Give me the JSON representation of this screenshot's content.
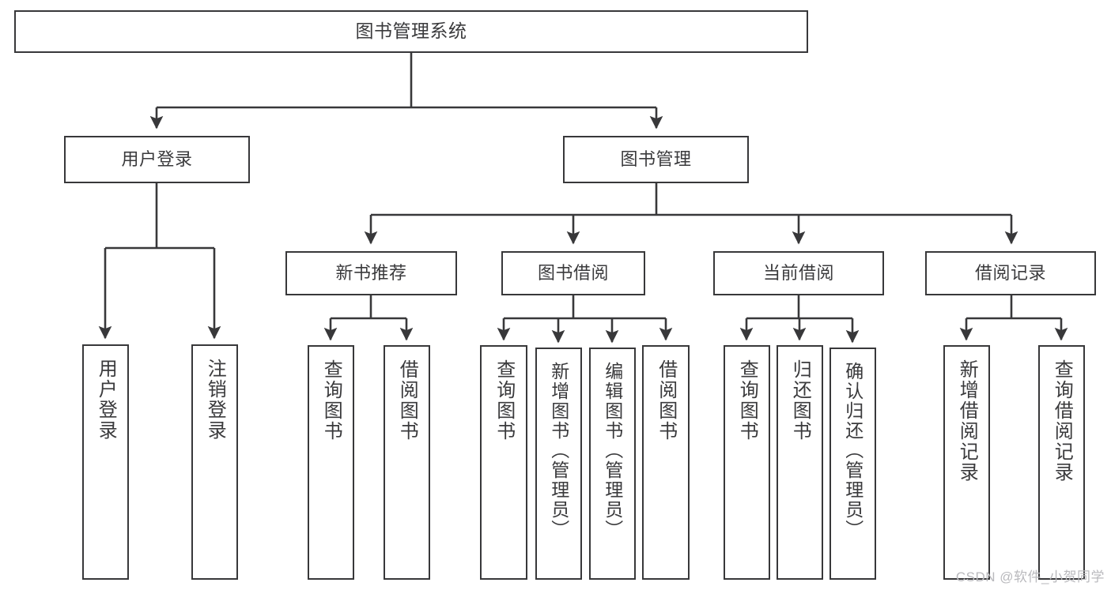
{
  "diagram": {
    "title": "图书管理系统",
    "type": "tree-hierarchy",
    "watermark": "CSDN @软件_小贺同学",
    "colors": {
      "stroke": "#38383a",
      "fill": "#ffffff",
      "text": "#3a3a3c",
      "watermark": "#b9b9bd"
    },
    "nodes": {
      "root": {
        "label": "图书管理系统"
      },
      "level2": [
        {
          "id": "user-login",
          "label": "用户登录"
        },
        {
          "id": "book-manage",
          "label": "图书管理"
        }
      ],
      "level3": [
        {
          "id": "new-book-recommend",
          "label": "新书推荐"
        },
        {
          "id": "book-borrow",
          "label": "图书借阅"
        },
        {
          "id": "current-borrow",
          "label": "当前借阅"
        },
        {
          "id": "borrow-record",
          "label": "借阅记录"
        }
      ],
      "leaves": {
        "user_login": [
          {
            "id": "leaf-user-login",
            "label": "用户登录"
          },
          {
            "id": "leaf-logout",
            "label": "注销登录"
          }
        ],
        "new_book_recommend": [
          {
            "id": "leaf-query-book-1",
            "label": "查询图书"
          },
          {
            "id": "leaf-borrow-book-1",
            "label": "借阅图书"
          }
        ],
        "book_borrow": [
          {
            "id": "leaf-query-book-2",
            "label": "查询图书"
          },
          {
            "id": "leaf-add-book",
            "label": "新增图书（管理员）"
          },
          {
            "id": "leaf-edit-book",
            "label": "编辑图书（管理员）"
          },
          {
            "id": "leaf-borrow-book-2",
            "label": "借阅图书"
          }
        ],
        "current_borrow": [
          {
            "id": "leaf-query-book-3",
            "label": "查询图书"
          },
          {
            "id": "leaf-return-book",
            "label": "归还图书"
          },
          {
            "id": "leaf-confirm-return",
            "label": "确认归还（管理员）"
          }
        ],
        "borrow_record": [
          {
            "id": "leaf-add-record",
            "label": "新增借阅记录"
          },
          {
            "id": "leaf-query-record",
            "label": "查询借阅记录"
          }
        ]
      }
    }
  }
}
